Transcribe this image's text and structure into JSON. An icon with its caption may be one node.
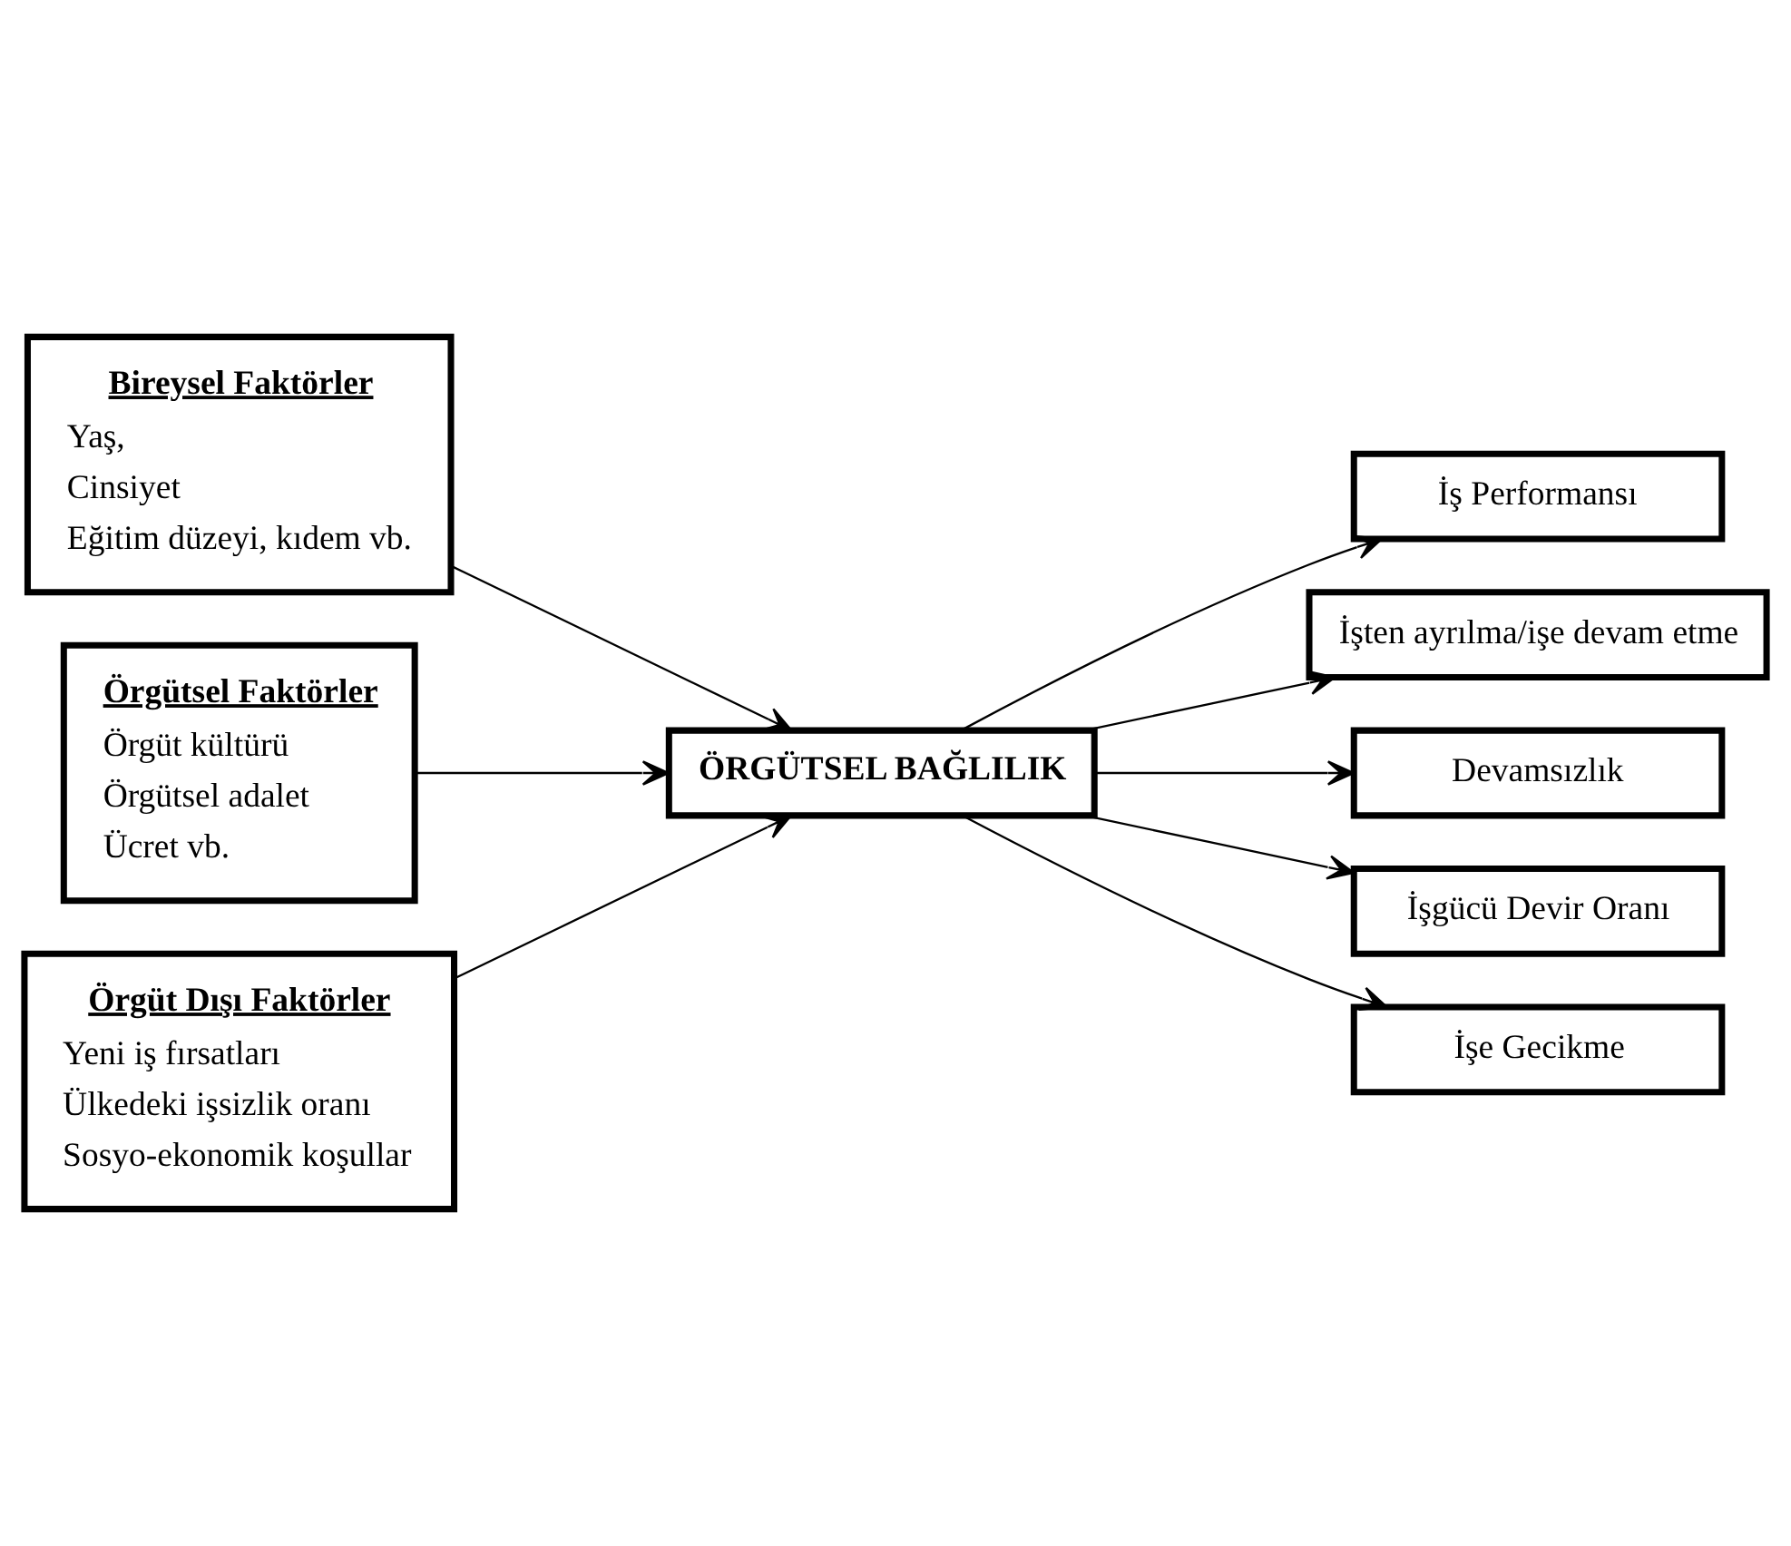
{
  "diagram": {
    "nodes": [
      {
        "text": [
          "Bireysel Faktörler",
          "Yaş,",
          "Cinsiyet",
          "Eğitim düzeyi, kıdem vb."
        ]
      },
      {
        "text": [
          "Örgütsel Faktörler",
          "Örgüt kültürü",
          "Örgütsel adalet",
          "Ücret vb."
        ]
      },
      {
        "text": [
          "Örgüt Dışı Faktörler",
          "Yeni iş fırsatları",
          "Ülkedeki işsizlik oranı",
          "Sosyo-ekonomik koşullar"
        ]
      },
      {
        "text": [
          "ÖRGÜTSEL BAĞLILIK"
        ]
      },
      {
        "text": [
          "İş Performansı"
        ]
      },
      {
        "text": [
          "İşten ayrılma/işe devam etme"
        ]
      },
      {
        "text": [
          "Devamsızlık"
        ]
      },
      {
        "text": [
          "İşgücü Devir Oranı"
        ]
      },
      {
        "text": [
          "İşe Gecikme"
        ]
      }
    ],
    "edges": [
      {
        "from": 0,
        "to": 3,
        "arrow": "to"
      },
      {
        "from": 1,
        "to": 3,
        "arrow": "to"
      },
      {
        "from": 2,
        "to": 3,
        "arrow": "to"
      },
      {
        "from": 3,
        "to": 4,
        "arrow": "to"
      },
      {
        "from": 3,
        "to": 5,
        "arrow": "to"
      },
      {
        "from": 3,
        "to": 6,
        "arrow": "to"
      },
      {
        "from": 3,
        "to": 7,
        "arrow": "to"
      },
      {
        "from": 3,
        "to": 8,
        "arrow": "to"
      }
    ]
  }
}
